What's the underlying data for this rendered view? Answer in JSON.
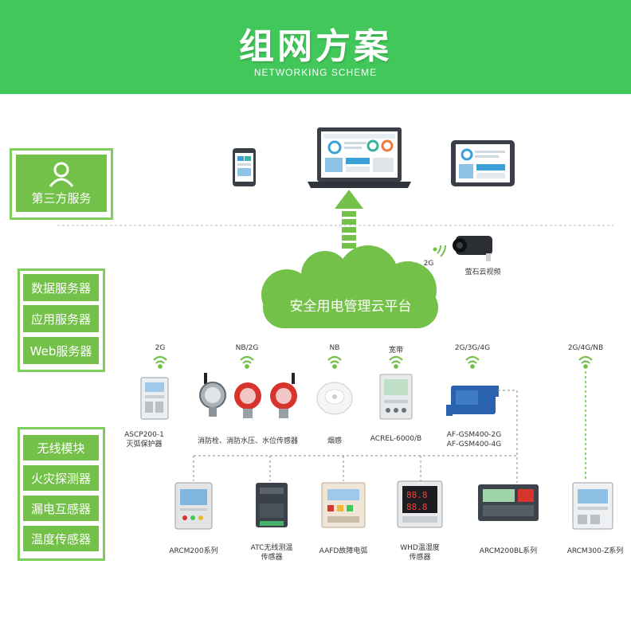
{
  "header": {
    "title": "组网方案",
    "subtitle": "NETWORKING SCHEME"
  },
  "third_party": {
    "label": "第三方服务"
  },
  "servers": [
    "数据服务器",
    "应用服务器",
    "Web服务器"
  ],
  "sensors_left": [
    "无线模块",
    "火灾探测器",
    "漏电互感器",
    "温度传感器"
  ],
  "cloud": {
    "label": "安全用电管理云平台"
  },
  "camera": {
    "net": "2G",
    "label": "萤石云视频"
  },
  "middle": {
    "nets": [
      "2G",
      "NB/2G",
      "NB",
      "宽带",
      "2G/3G/4G",
      "2G/4G/NB"
    ],
    "devices": [
      {
        "label_line1": "ASCP200-1",
        "label_line2": "灭弧保护器"
      },
      {
        "label_line1": "消防栓、消防水压、水位传感器",
        "label_line2": ""
      },
      {
        "label_line1": "烟感",
        "label_line2": ""
      },
      {
        "label_line1": "ACREL-6000/B",
        "label_line2": ""
      },
      {
        "label_line1": "AF-GSM400-2G",
        "label_line2": "AF-GSM400-4G"
      }
    ]
  },
  "bottom": {
    "devices": [
      {
        "label_line1": "ARCM200系列",
        "label_line2": ""
      },
      {
        "label_line1": "ATC无线测温",
        "label_line2": "传感器"
      },
      {
        "label_line1": "AAFD故障电弧",
        "label_line2": ""
      },
      {
        "label_line1": "WHD温湿度",
        "label_line2": "传感器"
      },
      {
        "label_line1": "ARCM200BL系列",
        "label_line2": ""
      },
      {
        "label_line1": "ARCM300-Z系列",
        "label_line2": ""
      }
    ]
  },
  "colors": {
    "header_green": "#42c85a",
    "box_green": "#74c14a",
    "border_green": "#7fd05a"
  }
}
